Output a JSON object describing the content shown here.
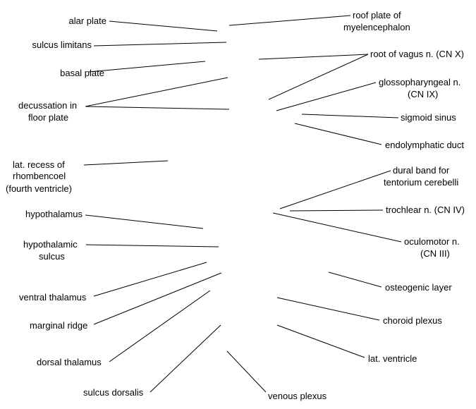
{
  "labels": {
    "alar_plate": "alar plate",
    "sulcus_limitans": "sulcus limitans",
    "basal_plate": "basal plate",
    "decussation": [
      "decussation in",
      "floor plate"
    ],
    "lat_recess": [
      "lat. recess of",
      "rhombencoel",
      "(fourth ventricle)"
    ],
    "hypothalamus": "hypothalamus",
    "hypothalamic_sulcus": [
      "hypothalamic",
      "sulcus"
    ],
    "ventral_thalamus": "ventral thalamus",
    "marginal_ridge": "marginal ridge",
    "dorsal_thalamus": "dorsal thalamus",
    "sulcus_dorsalis": "sulcus dorsalis",
    "venous_plexus": "venous plexus",
    "roof_plate": [
      "roof plate of",
      "myelencephalon"
    ],
    "root_vagus": "root of vagus n. (CN X)",
    "glossopharyngeal": [
      "glossopharyngeal n.",
      "(CN IX)"
    ],
    "sigmoid_sinus": "sigmoid sinus",
    "endolymphatic_duct": "endolymphatic duct",
    "dural_band": [
      "dural band for",
      "tentorium cerebelli"
    ],
    "trochlear": "trochlear n. (CN IV)",
    "oculomotor": [
      "oculomotor n.",
      "(CN III)"
    ],
    "osteogenic_layer": "osteogenic layer",
    "choroid_plexus": "choroid plexus",
    "lat_ventricle": "lat. ventricle"
  }
}
